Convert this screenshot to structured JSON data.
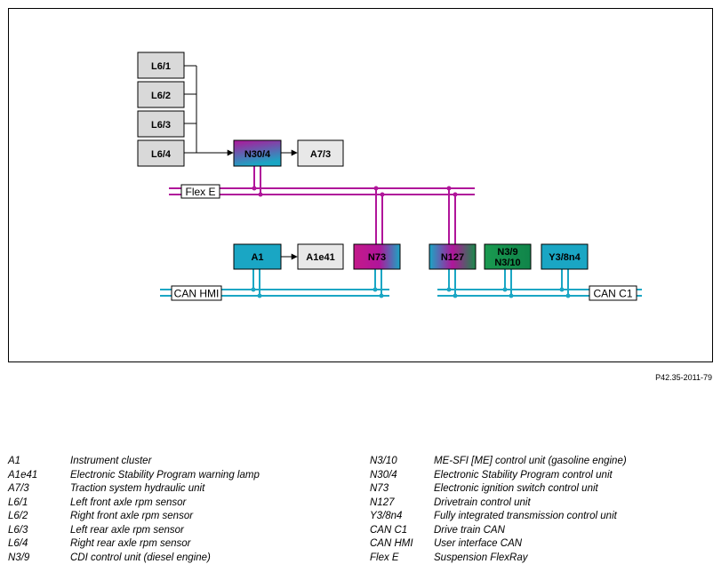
{
  "colors": {
    "flexray_bus": "#b0159a",
    "can_bus": "#1aa6c4",
    "sensor_fill": "#d9d9d9",
    "lamp_fill": "#e8e8e8"
  },
  "diagram": {
    "nodes": {
      "l6_1": "L6/1",
      "l6_2": "L6/2",
      "l6_3": "L6/3",
      "l6_4": "L6/4",
      "n30_4": "N30/4",
      "a7_3": "A7/3",
      "a1": "A1",
      "a1e41": "A1e41",
      "n73": "N73",
      "n127": "N127",
      "n3_9": "N3/9",
      "n3_10": "N3/10",
      "y3_8n4": "Y3/8n4"
    },
    "buses": {
      "flex_e": "Flex E",
      "can_hmi": "CAN HMI",
      "can_c1": "CAN C1"
    }
  },
  "reference_code": "P42.35-2011-79",
  "legend": {
    "left": [
      {
        "code": "A1",
        "desc": "Instrument cluster"
      },
      {
        "code": "A1e41",
        "desc": "Electronic Stability Program warning lamp"
      },
      {
        "code": "A7/3",
        "desc": "Traction system hydraulic unit"
      },
      {
        "code": "L6/1",
        "desc": "Left front axle rpm sensor"
      },
      {
        "code": "L6/2",
        "desc": "Right front axle rpm sensor"
      },
      {
        "code": "L6/3",
        "desc": "Left rear axle rpm sensor"
      },
      {
        "code": "L6/4",
        "desc": "Right rear axle rpm sensor"
      },
      {
        "code": "N3/9",
        "desc": "CDI control unit (diesel engine)"
      }
    ],
    "right": [
      {
        "code": "N3/10",
        "desc": "ME-SFI [ME] control unit (gasoline engine)"
      },
      {
        "code": "N30/4",
        "desc": "Electronic Stability Program control unit"
      },
      {
        "code": "N73",
        "desc": "Electronic ignition switch control unit"
      },
      {
        "code": "N127",
        "desc": "Drivetrain control unit"
      },
      {
        "code": "Y3/8n4",
        "desc": "Fully integrated transmission control unit"
      },
      {
        "code": "CAN C1",
        "desc": "Drive train CAN"
      },
      {
        "code": "CAN HMI",
        "desc": "User interface CAN"
      },
      {
        "code": "Flex E",
        "desc": "Suspension FlexRay"
      }
    ]
  }
}
